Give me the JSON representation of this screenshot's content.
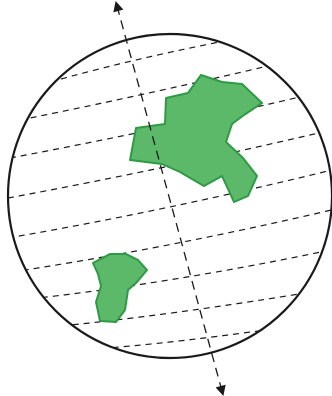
{
  "globe_diagram": {
    "colors": {
      "outline": "#1a1a1a",
      "land_fill": "#5cb96a",
      "land_stroke": "#2e9a45",
      "grid": "#1a1a1a",
      "axis": "#1a1a1a"
    },
    "latitude_line_count": 9,
    "landmasses": [
      "large-landmass",
      "small-landmass"
    ],
    "rotation_axis": {
      "dashed": true,
      "arrowheads": [
        "top",
        "bottom"
      ]
    }
  }
}
